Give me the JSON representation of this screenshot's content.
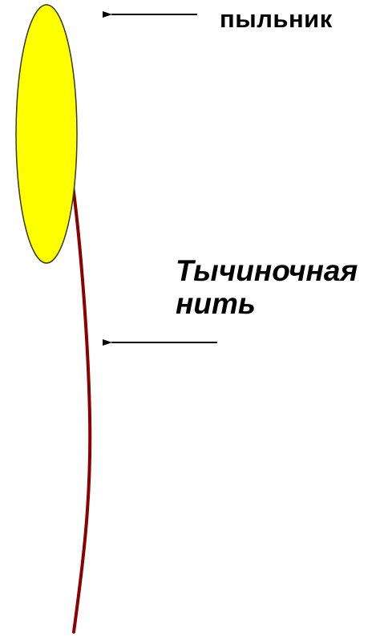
{
  "labels": {
    "anther": "пыльник",
    "filament_line1": "Тычиночная",
    "filament_line2": "нить"
  },
  "colors": {
    "anther_fill": "#ffff00",
    "anther_stroke": "#3a3a00",
    "filament": "#8b0000",
    "arrow": "#000000",
    "text": "#000000",
    "background": "#ffffff"
  }
}
